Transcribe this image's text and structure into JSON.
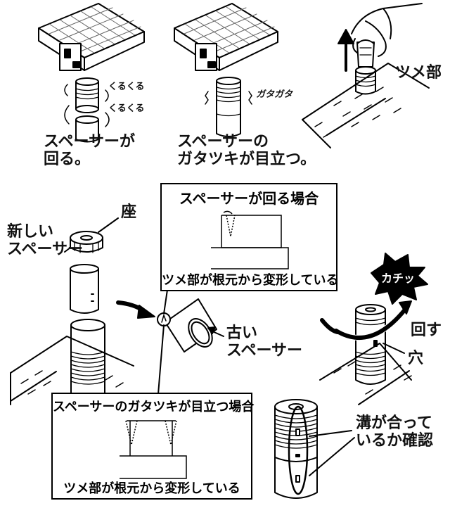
{
  "top_panels": {
    "caption_left": [
      "スペーサーが",
      "回る。"
    ],
    "caption_middle": [
      "スペーサーの",
      "ガタツキが目立つ。"
    ],
    "sound_spin_1": "くるくる",
    "sound_spin_2": "くるくる",
    "sound_rattle": "ガタガタ",
    "claw_label": "ツメ部"
  },
  "bottom_section": {
    "seat_label": "座",
    "new_spacer_label": [
      "新しい",
      "スペーサー"
    ],
    "old_spacer_label": [
      "古い",
      "スペーサー"
    ],
    "click_sound": "カチッ",
    "rotate_label": "回す",
    "hole_label": "穴",
    "groove_check_label": [
      "溝が合って",
      "いるか確認"
    ]
  },
  "inset_spinning": {
    "title": "スペーサーが回る場合",
    "caption": "ツメ部が根元から変形している"
  },
  "inset_rattling": {
    "title": "スペーサーのガタツキが目立つ場合",
    "caption": "ツメ部が根元から変形している"
  }
}
